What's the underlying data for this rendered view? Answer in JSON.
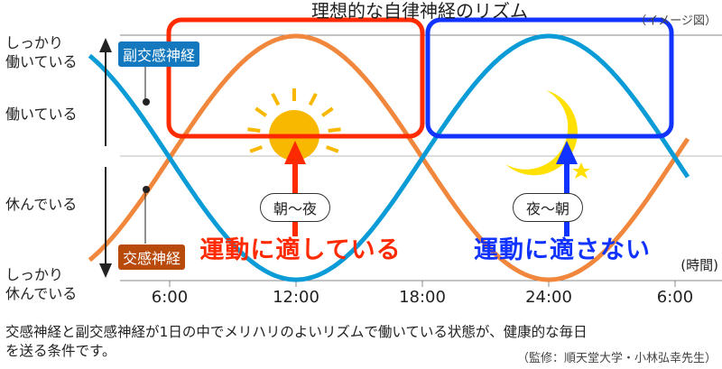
{
  "title": "理想的な自律神経のリズム",
  "subtitle_note": "（イメージ図）",
  "y_labels": {
    "top": [
      "しっかり",
      "働いている"
    ],
    "upper": "働いている",
    "lower": "休んでいる",
    "bottom": [
      "しっかり",
      "休んでいる"
    ]
  },
  "legend": {
    "parasympathetic": "副交感神経",
    "sympathetic": "交感神経"
  },
  "colors": {
    "parasympathetic": "#0b9bd6",
    "sympathetic": "#f0873c",
    "day_box": "#ff2a00",
    "night_box": "#1133ff",
    "para_tag": "#1478be",
    "symp_tag": "#b84a0c"
  },
  "day": {
    "pill": "朝〜夜",
    "label": "運動に適している",
    "icon": "sun-icon"
  },
  "night": {
    "pill": "夜〜朝",
    "label": "運動に適さない",
    "icon": "moon-icon"
  },
  "x_unit": "(時間)",
  "chart_data": {
    "type": "line",
    "x_ticks": [
      "6:00",
      "12:00",
      "18:00",
      "24:00",
      "6:00"
    ],
    "x_range_hours": [
      2.2,
      30.7
    ],
    "series": [
      {
        "name": "交感神経",
        "shape": "cosine",
        "peak_hour": 12,
        "trough_hour": 24
      },
      {
        "name": "副交感神経",
        "shape": "cosine",
        "peak_hour": 24,
        "trough_hour": 12
      }
    ]
  },
  "caption": [
    "交感神経と副交感神経が1日の中でメリハリのよいリズムで働いている状態が、健康的な毎日",
    "を送る条件です。"
  ],
  "credit": "（監修：順天堂大学・小林弘幸先生）"
}
